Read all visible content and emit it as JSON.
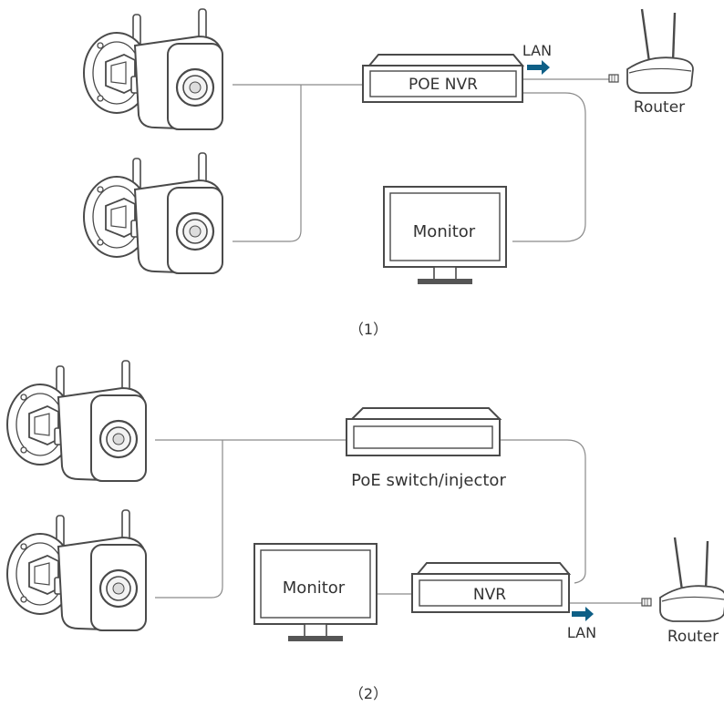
{
  "diagram1": {
    "nvr_label": "POE NVR",
    "lan_label": "LAN",
    "router_label": "Router",
    "monitor_label": "Monitor",
    "caption": "（1）"
  },
  "diagram2": {
    "switch_label": "PoE switch/injector",
    "nvr_label": "NVR",
    "lan_label": "LAN",
    "router_label": "Router",
    "monitor_label": "Monitor",
    "caption": "（2）"
  },
  "colors": {
    "arrow": "#0e5f86",
    "line": "#8a8a8a",
    "stroke": "#4a4a4a"
  },
  "icons": [
    "camera-icon",
    "router-icon",
    "monitor-icon",
    "lan-arrow-icon"
  ]
}
